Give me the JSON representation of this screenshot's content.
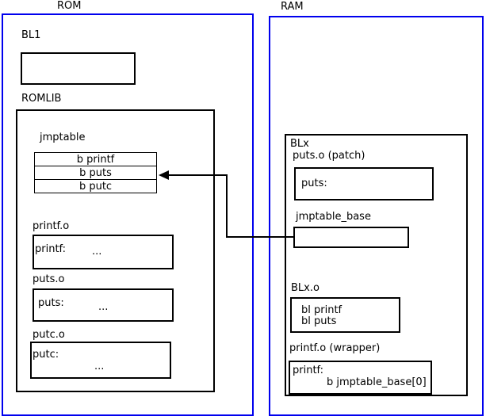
{
  "diagram": {
    "title_rom": "ROM",
    "title_ram": "RAM",
    "rom": {
      "bl1_label": "BL1",
      "romlib_label": "ROMLIB",
      "jmptable_label": "jmptable",
      "jmptable_entries": [
        "b printf",
        "b puts",
        "b putc"
      ],
      "objects": [
        {
          "caption": "printf.o",
          "symbol": "printf:",
          "body": "..."
        },
        {
          "caption": "puts.o",
          "symbol": "puts:",
          "body": "..."
        },
        {
          "caption": "putc.o",
          "symbol": "putc:",
          "body": "..."
        }
      ]
    },
    "ram": {
      "blx_label": "BLx",
      "puts_patch_caption": "puts.o (patch)",
      "puts_patch_symbol": "puts:",
      "jmptable_base_caption": "jmptable_base",
      "jmptable_base_value": "",
      "blx_o_caption": "BLx.o",
      "blx_o_line1": "bl printf",
      "blx_o_line2": "bl puts",
      "printf_wrapper_caption": "printf.o (wrapper)",
      "printf_wrapper_symbol": "printf:",
      "printf_wrapper_branch": "b jmptable_base[0]"
    },
    "colors": {
      "region_border": "#0000ee",
      "box_border": "#000000",
      "connector": "#000000",
      "background": "#ffffff"
    }
  }
}
